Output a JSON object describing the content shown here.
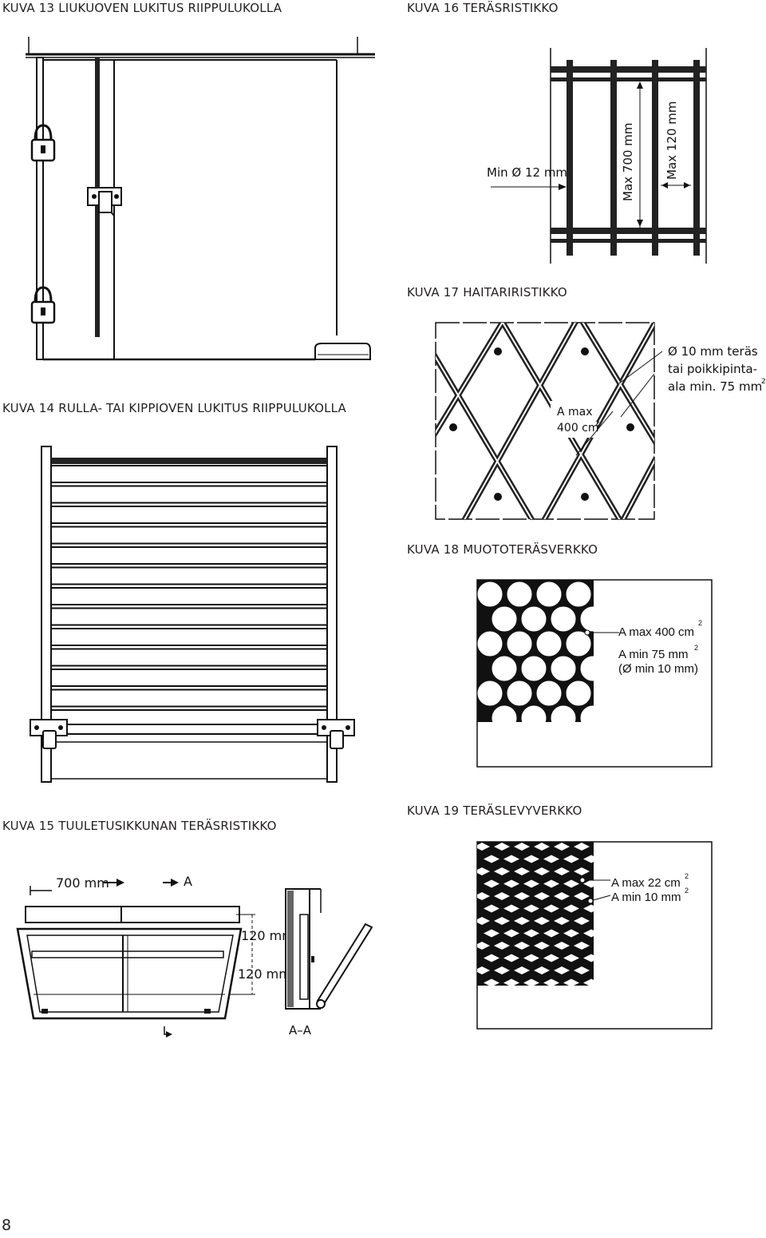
{
  "captions": {
    "k13": "KUVA 13  LIUKUOVEN LUKITUS RIIPPULUKOLLA",
    "k16": "KUVA 16 TERÄSRISTIKKO",
    "k17": "KUVA 17  HAITARIRISTIKKO",
    "k14": "KUVA 14  RULLA- TAI KIPPIOVEN LUKITUS RIIPPULUKOLLA",
    "k18": "KUVA 18  MUOTOTERÄSVERKKO",
    "k15": "KUVA 15 TUULETUSIKKUNAN TERÄSRISTIKKO",
    "k19": "KUVA 19  TERÄSLEVYVERKKO"
  },
  "fig16": {
    "min_bar": "Min Ø 12 mm",
    "max_700": "Max 700  mm",
    "max_120": "Max 120  mm"
  },
  "fig17": {
    "a_max": "A max",
    "a_val": "400 cm",
    "a_sup": "2",
    "bar_line1": "Ø 10 mm teräs",
    "bar_line2": "tai poikkipinta-",
    "bar_line3": "ala min. 75 mm",
    "bar_sup": "2"
  },
  "fig18": {
    "a_max": "A max 400 cm",
    "a_max_sup": "2",
    "a_min": "A min 75 mm",
    "a_min_sup": "2",
    "dia": "(Ø min 10 mm)"
  },
  "fig15": {
    "dim_700": "700 mm",
    "section_mark": "A",
    "dim_120a": "120 mm",
    "dim_120b": "120 mm",
    "section_label": "A–A"
  },
  "fig19": {
    "a_max": "A max 22 cm",
    "a_max_sup": "2",
    "a_min": "A min 10 mm",
    "a_min_sup": "2"
  },
  "page_number": "8"
}
